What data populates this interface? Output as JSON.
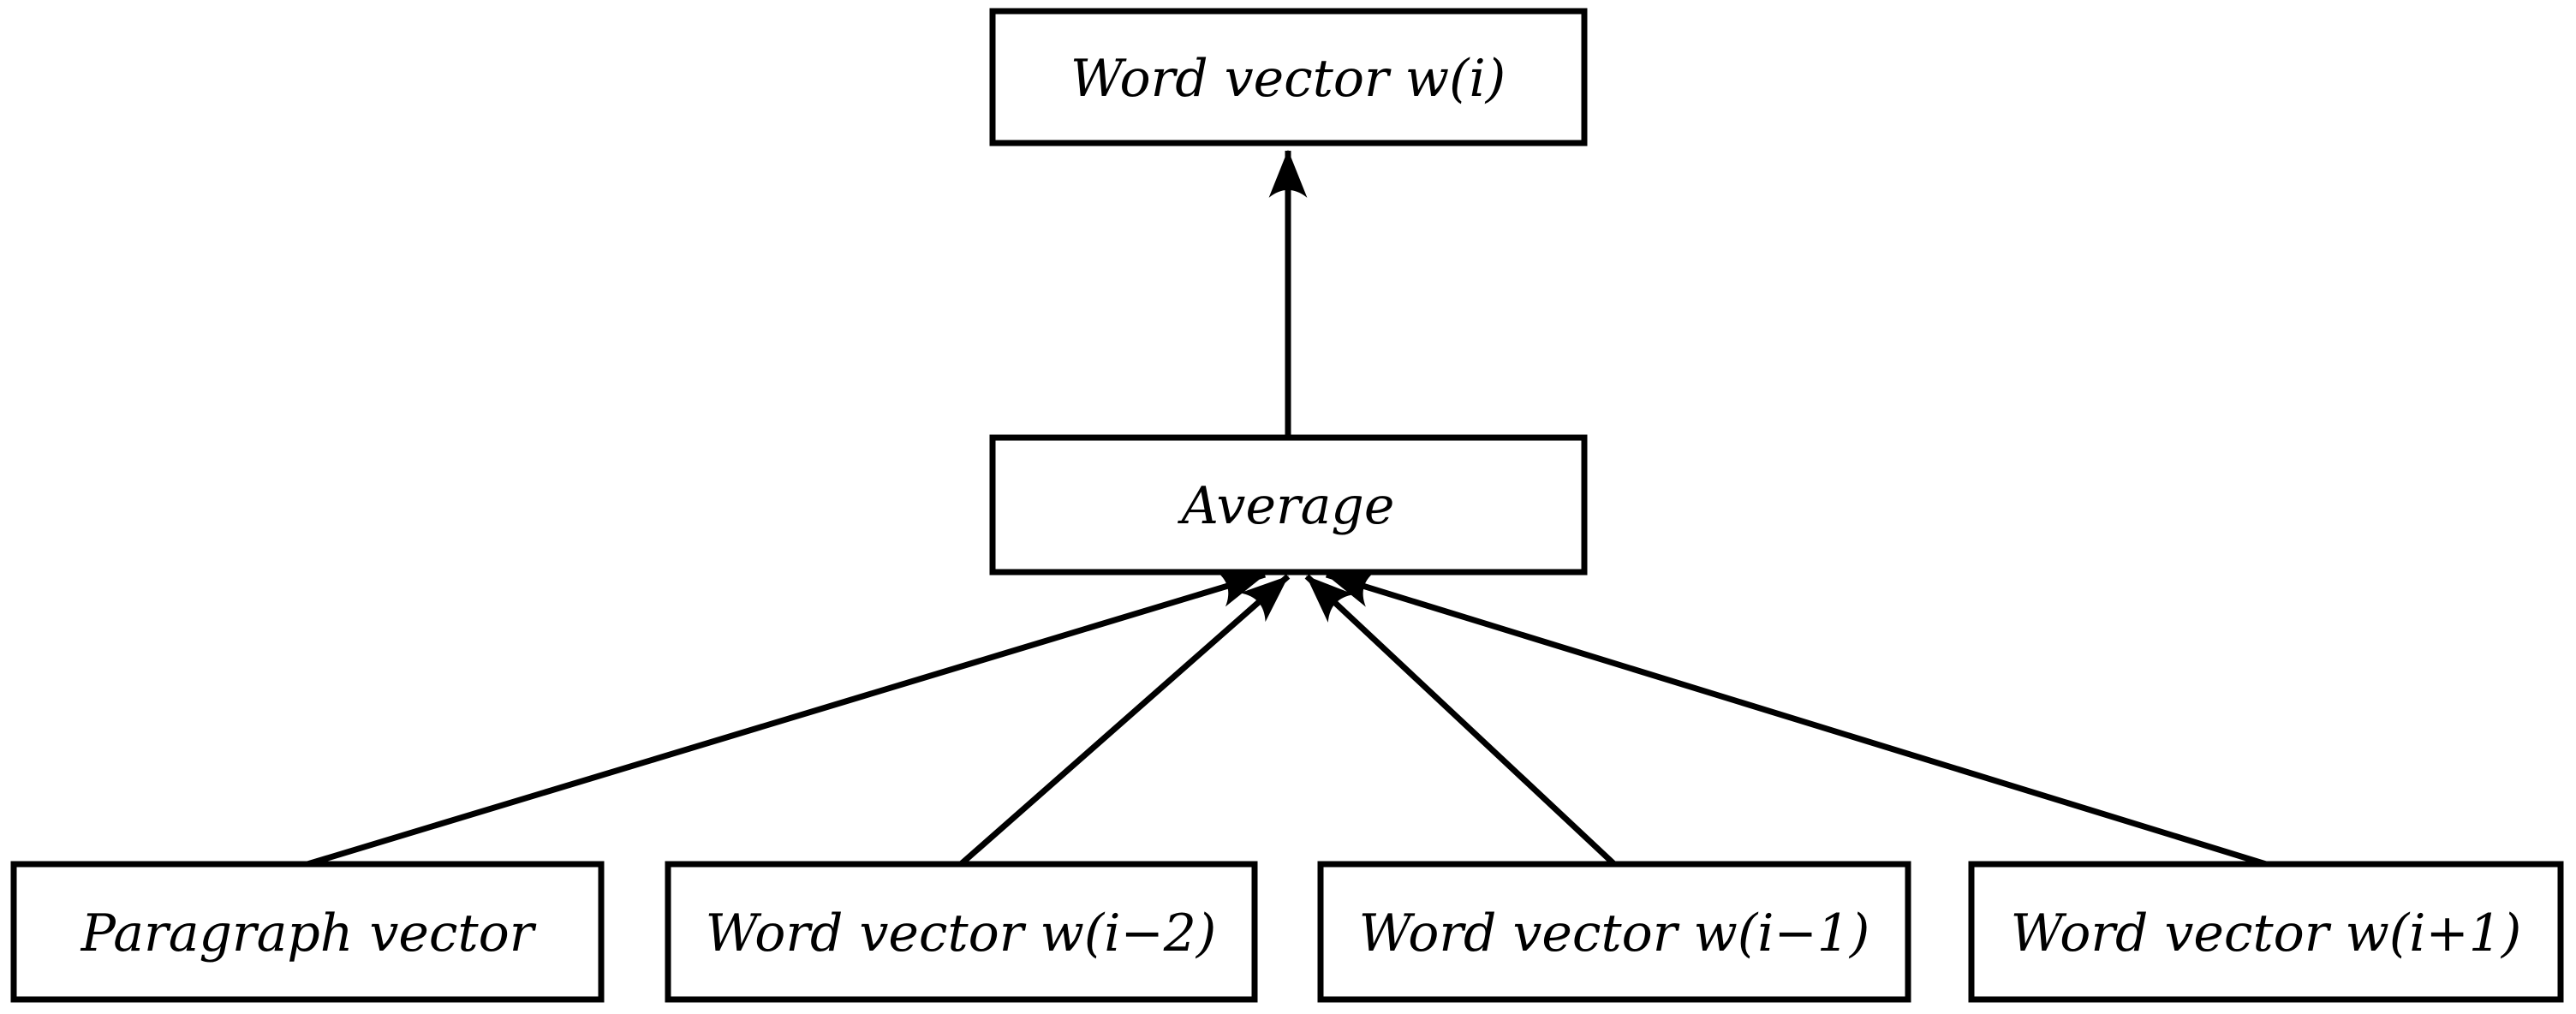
{
  "diagram": {
    "type": "flow-diagram",
    "background_color": "#ffffff",
    "stroke_color": "#000000",
    "text_color": "#000000",
    "nodes": {
      "output": {
        "label": "Word vector w(i)"
      },
      "average": {
        "label": "Average"
      },
      "inputs": [
        {
          "label": "Paragraph vector"
        },
        {
          "label": "Word vector w(i−2)"
        },
        {
          "label": "Word vector w(i−1)"
        },
        {
          "label": "Word vector w(i+1)"
        }
      ]
    },
    "edges": [
      {
        "from": "average",
        "to": "output"
      },
      {
        "from": "paragraph-vector",
        "to": "average"
      },
      {
        "from": "word-vector-w(i-2)",
        "to": "average"
      },
      {
        "from": "word-vector-w(i-1)",
        "to": "average"
      },
      {
        "from": "word-vector-w(i+1)",
        "to": "average"
      }
    ]
  }
}
